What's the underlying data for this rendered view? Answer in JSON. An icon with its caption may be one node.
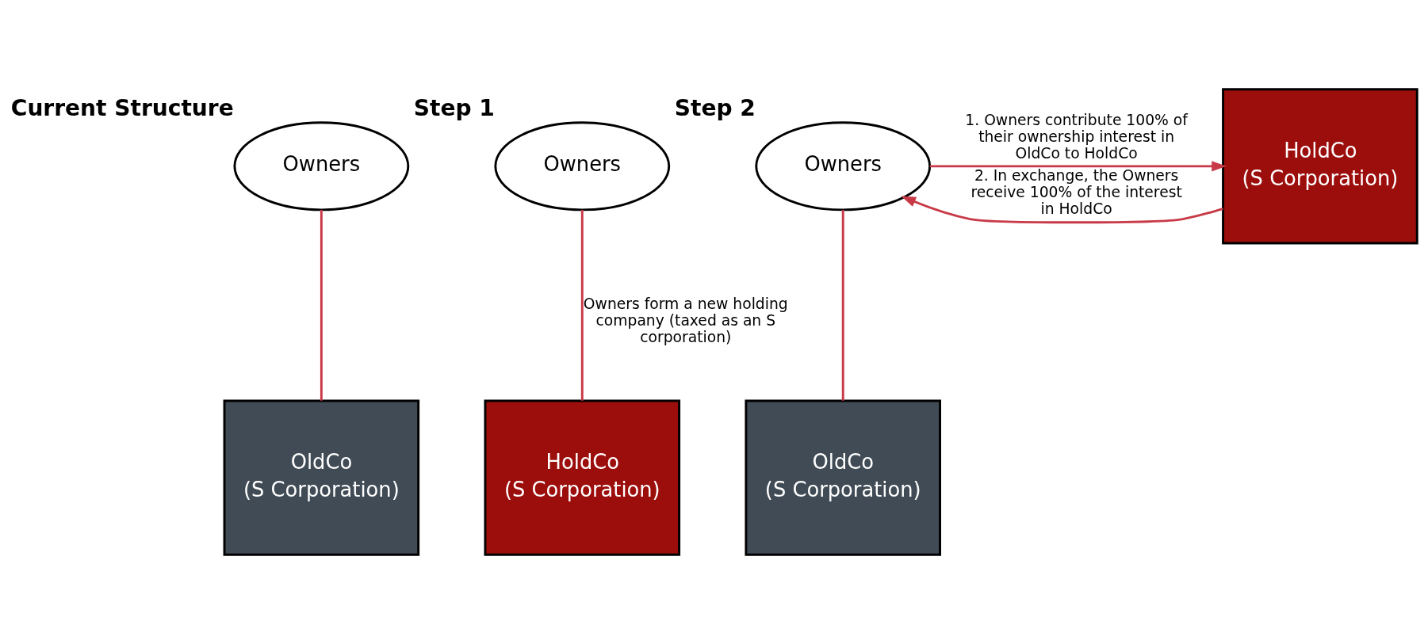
{
  "diagram": {
    "nodes": [
      {
        "text": [
          "Current Structure",
          "Owners"
        ]
      },
      {
        "text": [
          "OldCo",
          "(S Corporation)"
        ]
      },
      {
        "text": [
          "Step 1",
          "Owners"
        ]
      },
      {
        "text": [
          "HoldCo",
          "(S Corporation)"
        ]
      },
      {
        "text": [
          "Step 2",
          "Owners"
        ]
      },
      {
        "text": [
          "OldCo",
          "(S Corporation)"
        ]
      },
      {
        "text": [
          "HoldCo",
          "(S Corporation)"
        ]
      }
    ],
    "edges": [
      {
        "from": 0,
        "to": 1,
        "arrow": "none"
      },
      {
        "from": 2,
        "to": 3,
        "arrow": "none",
        "label": "Owners form a new holding company (taxed as an S corporation)"
      },
      {
        "from": 4,
        "to": 5,
        "arrow": "none"
      },
      {
        "from": 4,
        "to": 6,
        "arrow": "to",
        "label": "1. Owners contribute 100% of their ownership interest in OldCo to HoldCo"
      },
      {
        "from": 6,
        "to": 4,
        "arrow": "to",
        "label": "2. In exchange, the Owners receive 100% of the interest in HoldCo"
      }
    ]
  }
}
